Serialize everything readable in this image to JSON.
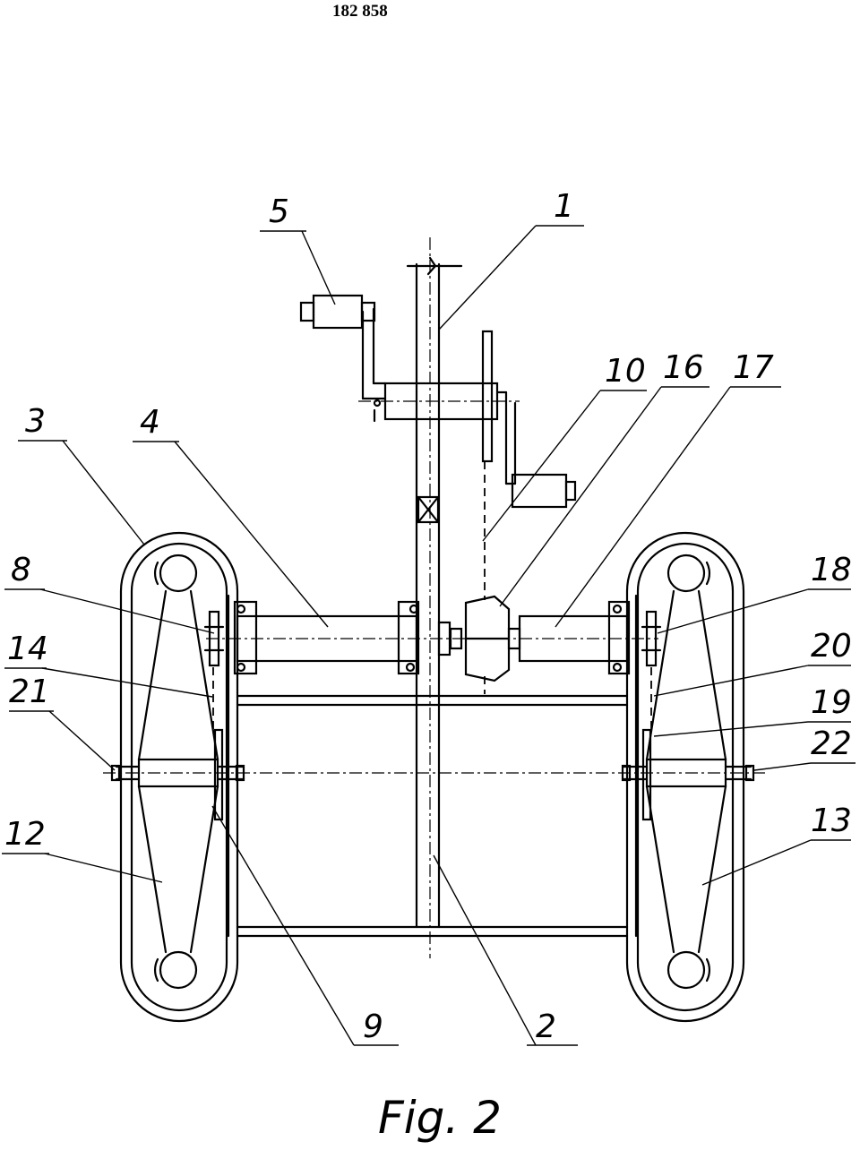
{
  "header": {
    "patent_number": "182 858"
  },
  "figure": {
    "caption": "Fig. 2"
  },
  "callouts": [
    {
      "id": "c1",
      "text": "1"
    },
    {
      "id": "c2",
      "text": "2"
    },
    {
      "id": "c3",
      "text": "3"
    },
    {
      "id": "c4",
      "text": "4"
    },
    {
      "id": "c5",
      "text": "5"
    },
    {
      "id": "c8",
      "text": "8"
    },
    {
      "id": "c9",
      "text": "9"
    },
    {
      "id": "c10",
      "text": "10"
    },
    {
      "id": "c12",
      "text": "12"
    },
    {
      "id": "c13",
      "text": "13"
    },
    {
      "id": "c14",
      "text": "14"
    },
    {
      "id": "c16",
      "text": "16"
    },
    {
      "id": "c17",
      "text": "17"
    },
    {
      "id": "c18",
      "text": "18"
    },
    {
      "id": "c19",
      "text": "19"
    },
    {
      "id": "c20",
      "text": "20"
    },
    {
      "id": "c21",
      "text": "21"
    },
    {
      "id": "c22",
      "text": "22"
    }
  ]
}
